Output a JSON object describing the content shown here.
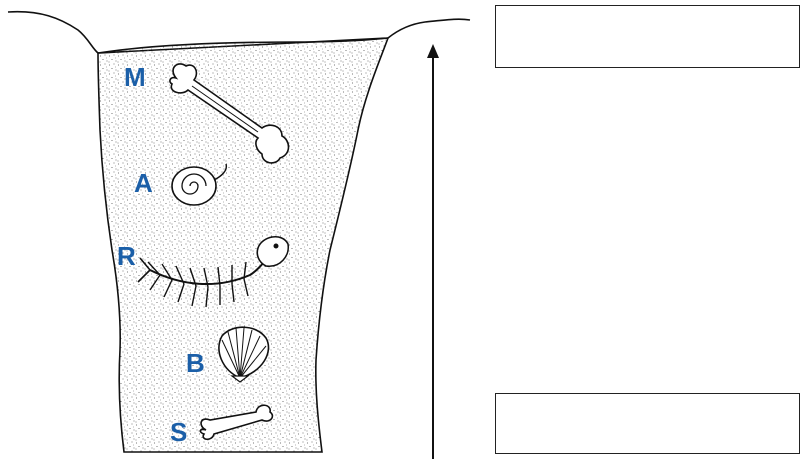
{
  "layers": [
    {
      "letter": "M",
      "fossil": "bone-fossil"
    },
    {
      "letter": "A",
      "fossil": "snail-shell-fossil"
    },
    {
      "letter": "R",
      "fossil": "fish-skeleton-fossil"
    },
    {
      "letter": "B",
      "fossil": "scallop-shell-fossil"
    },
    {
      "letter": "S",
      "fossil": "small-bone-fossil"
    }
  ],
  "boxes": {
    "top": "",
    "bottom": ""
  },
  "colors": {
    "label": "#1b5fa8",
    "line": "#111111",
    "sand_dot": "#555555"
  }
}
